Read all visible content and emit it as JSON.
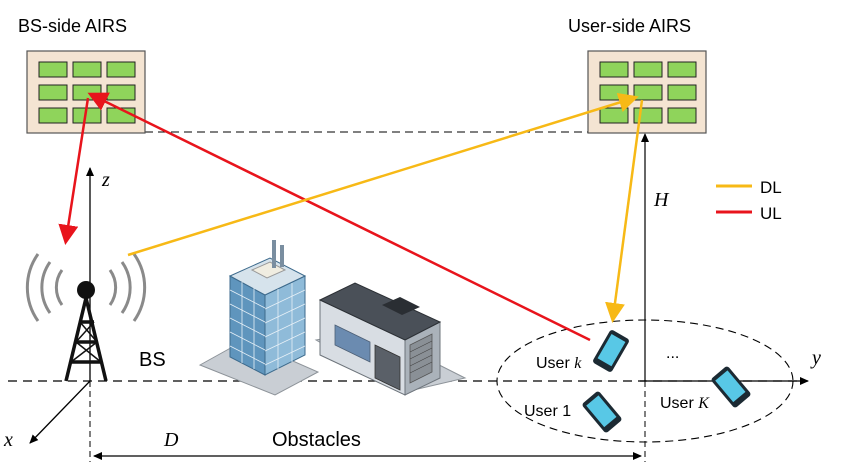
{
  "labels": {
    "bs_side_airs": "BS-side AIRS",
    "user_side_airs": "User-side AIRS",
    "bs": "BS",
    "obstacles": "Obstacles",
    "user_k_prefix": "User ",
    "user_k_var": "k",
    "user_1": "User 1",
    "user_K_prefix": "User ",
    "user_K_var": "K",
    "ellipsis": "...",
    "axis_x": "x",
    "axis_y": "y",
    "axis_z": "z",
    "height": "H",
    "distance": "D"
  },
  "legend": [
    {
      "label": "DL",
      "color": "#f7b916"
    },
    {
      "label": "UL",
      "color": "#e8141c"
    }
  ],
  "colors": {
    "dl": "#f7b916",
    "ul": "#e8141c",
    "airs_frame": "#f4e4d2",
    "airs_cell": "#8fd45b",
    "phone_screen": "#58c8e6",
    "building_glass": "#6fa6cc",
    "warehouse_wall": "#d8dde3"
  },
  "icons": [
    "tower-icon",
    "glass-building-icon",
    "warehouse-icon",
    "phone-icon",
    "airs-panel-icon"
  ]
}
